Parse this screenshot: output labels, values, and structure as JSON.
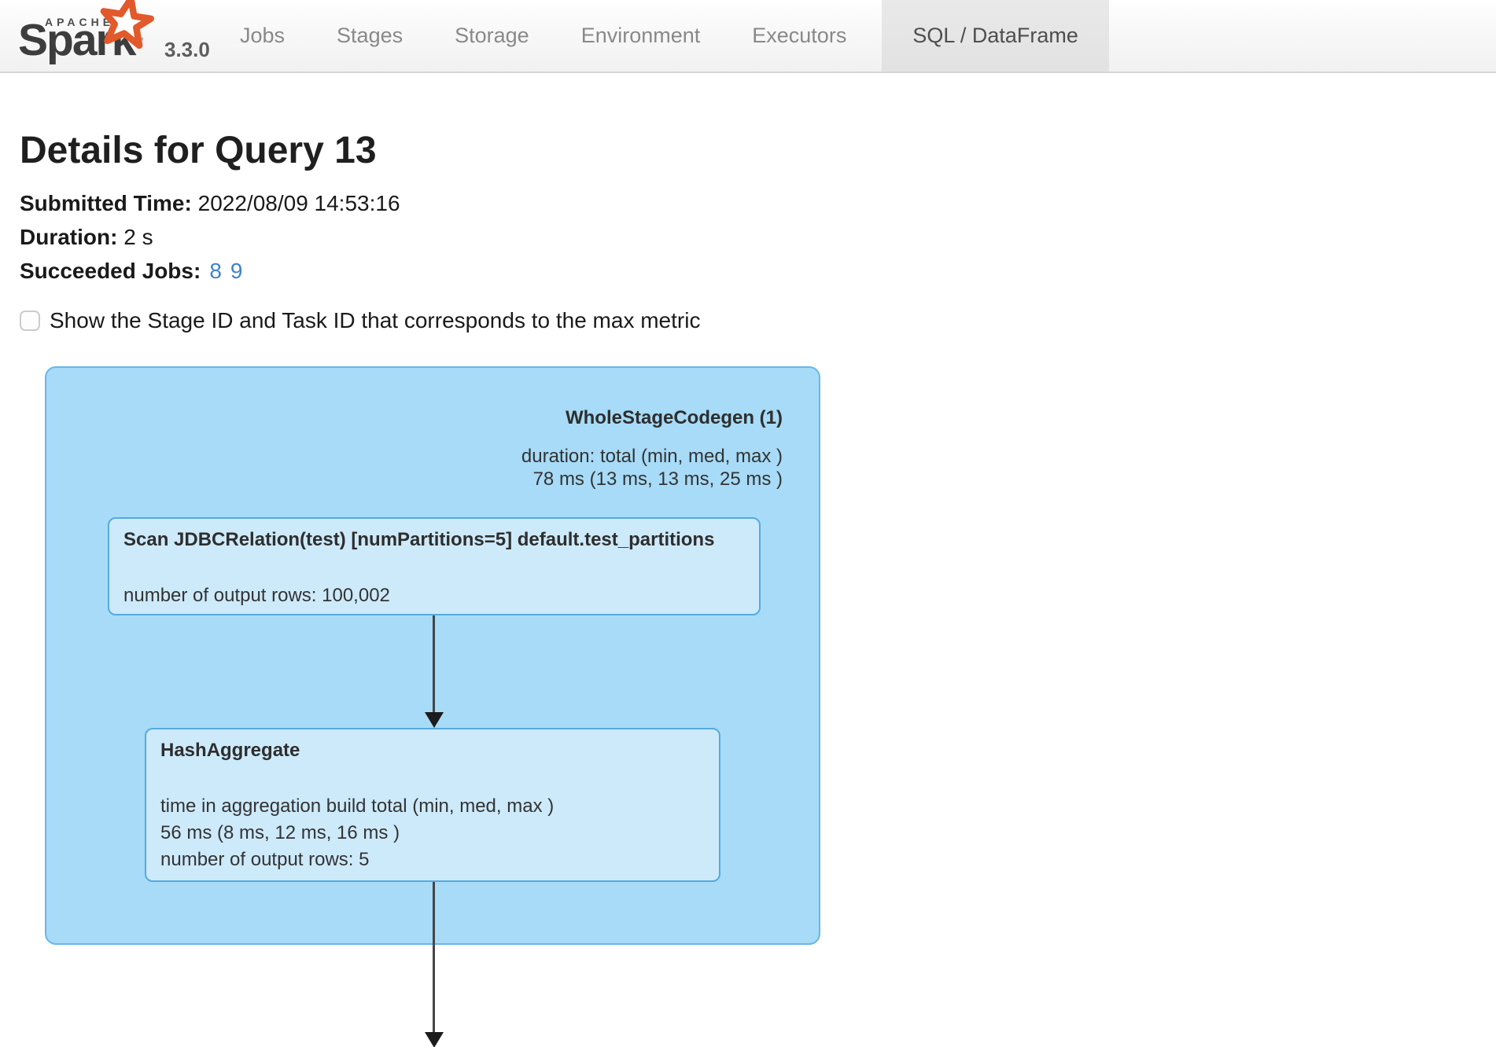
{
  "navbar": {
    "logo": {
      "apache": "APACHE",
      "wordmark": "Spark",
      "trademark": "™",
      "version": "3.3.0"
    },
    "items": [
      {
        "label": "Jobs"
      },
      {
        "label": "Stages"
      },
      {
        "label": "Storage"
      },
      {
        "label": "Environment"
      },
      {
        "label": "Executors"
      },
      {
        "label": "SQL / DataFrame"
      }
    ]
  },
  "page": {
    "title": "Details for Query 13",
    "details": {
      "submitted": {
        "label": "Submitted Time:",
        "value": "2022/08/09 14:53:16"
      },
      "duration": {
        "label": "Duration:",
        "value": "2 s"
      },
      "succeeded_jobs": {
        "label": "Succeeded Jobs:",
        "links": [
          "8",
          "9"
        ]
      }
    },
    "checkbox_label": "Show the Stage ID and Task ID that corresponds to the max metric"
  },
  "plan": {
    "cluster": {
      "title": "WholeStageCodegen (1)",
      "metric_line1": "duration: total (min, med, max )",
      "metric_line2": "78 ms (13 ms, 13 ms, 25 ms )"
    },
    "scan_node": {
      "title": "Scan JDBCRelation(test) [numPartitions=5] default.test_partitions",
      "metric_rows": "number of output rows: 100,002"
    },
    "hash_node": {
      "title": "HashAggregate",
      "metric_time": "time in aggregation build total (min, med, max )",
      "metric_time_values": "56 ms (8 ms, 12 ms, 16 ms )",
      "metric_rows": "number of output rows: 5"
    }
  },
  "colors": {
    "spark_orange": "#e2592b",
    "link_blue": "#3f82cc",
    "cluster_fill": "#a7dbf7",
    "cluster_border": "#68b6ec",
    "node_fill": "#cdeafb",
    "node_border": "#55aadf",
    "active_tab_bg": "#e5e5e5"
  }
}
